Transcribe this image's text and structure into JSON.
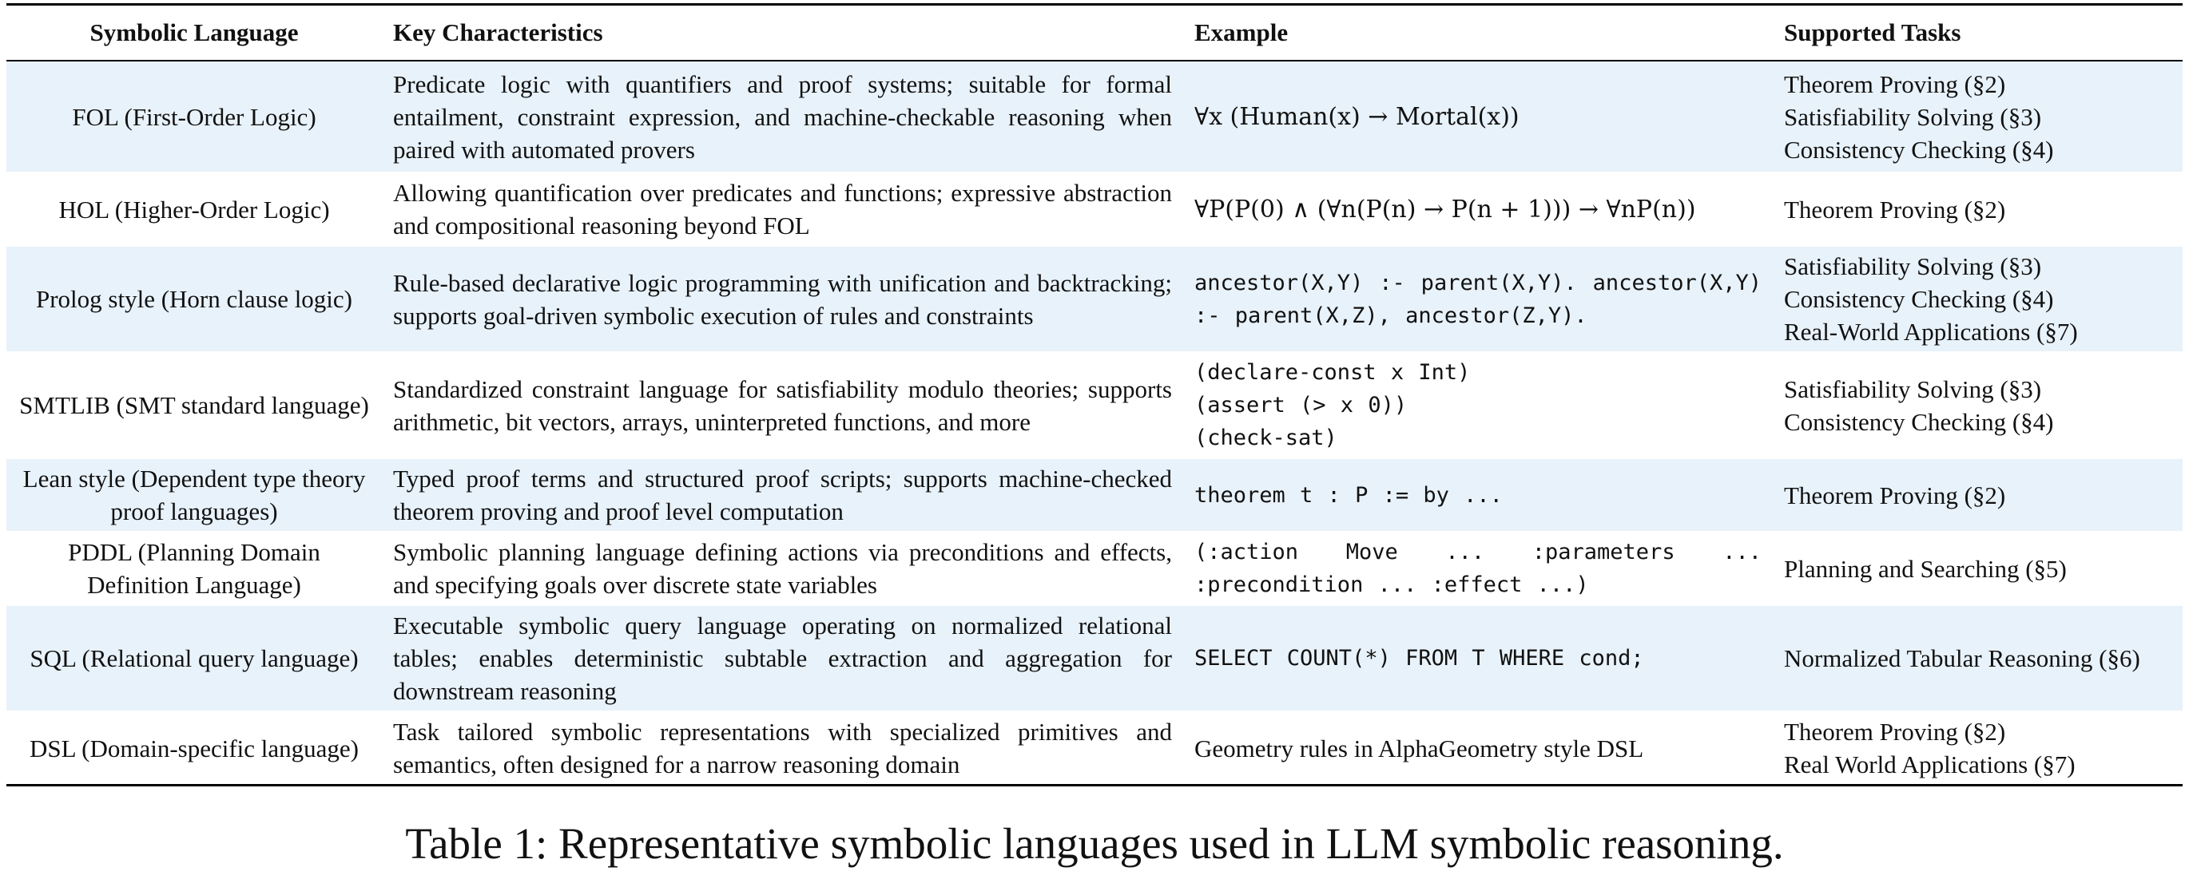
{
  "table": {
    "headers": [
      "Symbolic Language",
      "Key Characteristics",
      "Example",
      "Supported Tasks"
    ],
    "rows": [
      {
        "language": "FOL (First-Order Logic)",
        "characteristics": "Predicate logic with quantifiers and proof systems; suitable for formal entailment, constraint expression, and machine-checkable reasoning when paired with automated provers",
        "example": "∀x (Human(x) → Mortal(x))",
        "example_style": "math",
        "tasks": [
          "Theorem Proving (§2)",
          "Satisfiability Solving (§3)",
          "Consistency Checking (§4)"
        ]
      },
      {
        "language": "HOL (Higher-Order Logic)",
        "characteristics": "Allowing quantification over predicates and functions; expressive abstraction and compositional reasoning beyond FOL",
        "example": "∀P(P(0) ∧ (∀n(P(n) → P(n + 1))) → ∀nP(n))",
        "example_style": "math",
        "tasks": [
          "Theorem Proving (§2)"
        ]
      },
      {
        "language": "Prolog style (Horn clause logic)",
        "characteristics": "Rule-based declarative logic programming with unification and backtracking; supports goal-driven symbolic execution of rules and constraints",
        "example": "ancestor(X,Y) :- parent(X,Y). ancestor(X,Y) :- parent(X,Z), ancestor(Z,Y).",
        "example_style": "mono",
        "tasks": [
          "Satisfiability Solving (§3)",
          "Consistency Checking (§4)",
          "Real-World Applications (§7)"
        ]
      },
      {
        "language": "SMTLIB (SMT standard language)",
        "characteristics": "Standardized constraint language for satisfiability modulo theories; supports arithmetic, bit vectors, arrays, uninterpreted functions, and more",
        "example": "(declare-const x Int) (assert (> x 0)) (check-sat)",
        "example_style": "mono",
        "tasks": [
          "Satisfiability Solving (§3)",
          "Consistency Checking (§4)"
        ]
      },
      {
        "language": "Lean style (Dependent type theory proof languages)",
        "characteristics": "Typed proof terms and structured proof scripts; supports machine-checked theorem proving and proof level computation",
        "example": "theorem t : P := by ...",
        "example_style": "mono",
        "tasks": [
          "Theorem Proving (§2)"
        ]
      },
      {
        "language": "PDDL (Planning Domain Definition Language)",
        "characteristics": "Symbolic planning language defining actions via preconditions and effects, and specifying goals over discrete state variables",
        "example": "(:action Move ... :parameters ... :precondition ... :effect ...)",
        "example_style": "mono",
        "tasks": [
          "Planning and Searching (§5)"
        ]
      },
      {
        "language": "SQL (Relational query language)",
        "characteristics": "Executable symbolic query language operating on normalized relational tables; enables deterministic subtable extraction and aggregation for downstream reasoning",
        "example": "SELECT COUNT(*) FROM T WHERE cond;",
        "example_style": "mono",
        "tasks": [
          "Normalized Tabular Reasoning (§6)"
        ]
      },
      {
        "language": "DSL (Domain-specific language)",
        "characteristics": "Task tailored symbolic representations with specialized primitives and semantics, often designed for a narrow reasoning domain",
        "example": "Geometry rules in AlphaGeometry style DSL",
        "example_style": "text",
        "tasks": [
          "Theorem Proving (§2)",
          "Real World Applications (§7)"
        ]
      }
    ]
  },
  "caption": "Table 1: Representative symbolic languages used in LLM symbolic reasoning.",
  "colors": {
    "row_shade": "#e8f2fa",
    "rule": "#000000",
    "text": "#111111"
  }
}
